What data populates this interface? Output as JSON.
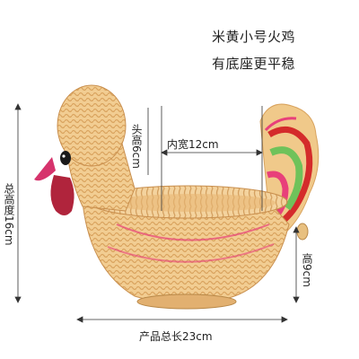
{
  "header": {
    "line1": "米黄小号火鸡",
    "line2": "有底座更平稳"
  },
  "dimensions": {
    "head_height": "头高6cm",
    "inner_width": "内宽12cm",
    "total_height": "总高度16cm",
    "body_height": "高9cm",
    "total_length": "产品总长23cm"
  },
  "colors": {
    "wicker": "#F0C98A",
    "wicker_shadow": "#D9A35E",
    "beak": "#D6336C",
    "wattle": "#B0243C",
    "tail_green": "#6FC25A",
    "tail_pink": "#E8407A",
    "tail_red": "#D42B2B"
  }
}
